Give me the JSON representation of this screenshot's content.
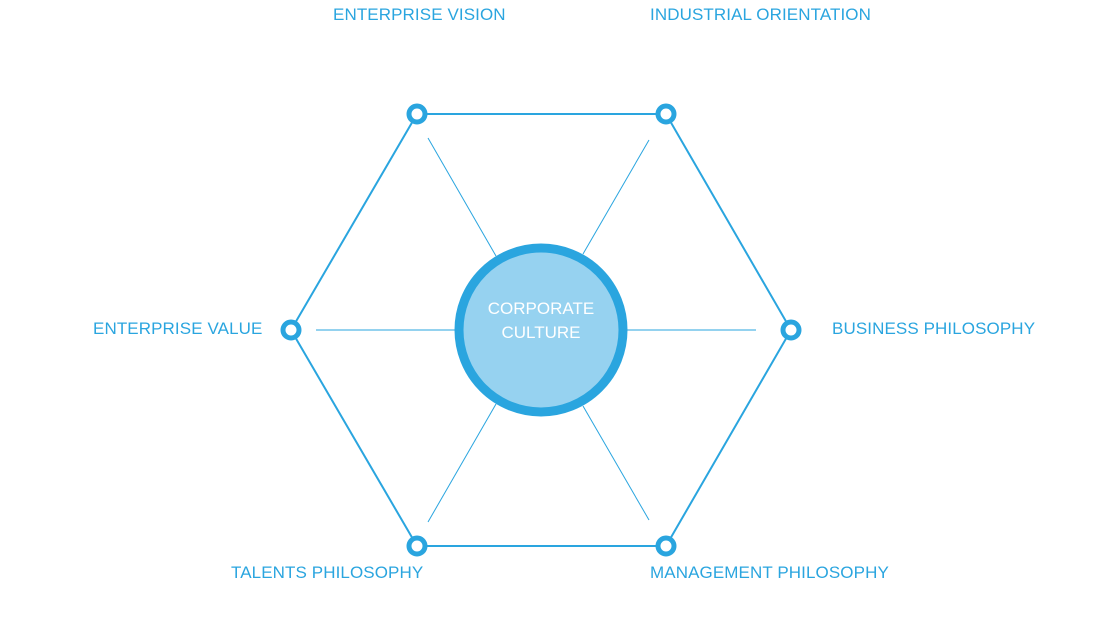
{
  "diagram": {
    "center_label_line1": "CORPORATE",
    "center_label_line2": "CULTURE",
    "labels": {
      "enterprise_vision": "ENTERPRISE VISION",
      "industrial_orientation": "INDUSTRIAL ORIENTATION",
      "enterprise_value": "ENTERPRISE VALUE",
      "business_philosophy": "BUSINESS PHILOSOPHY",
      "talents_philosophy": "TALENTS PHILOSOPHY",
      "management_philosophy": "MANAGEMENT PHILOSOPHY"
    }
  },
  "colors": {
    "accent": "#2aa5df",
    "center_fill": "#96d2f0",
    "text": "#2aa5df",
    "center_text": "#ffffff"
  }
}
